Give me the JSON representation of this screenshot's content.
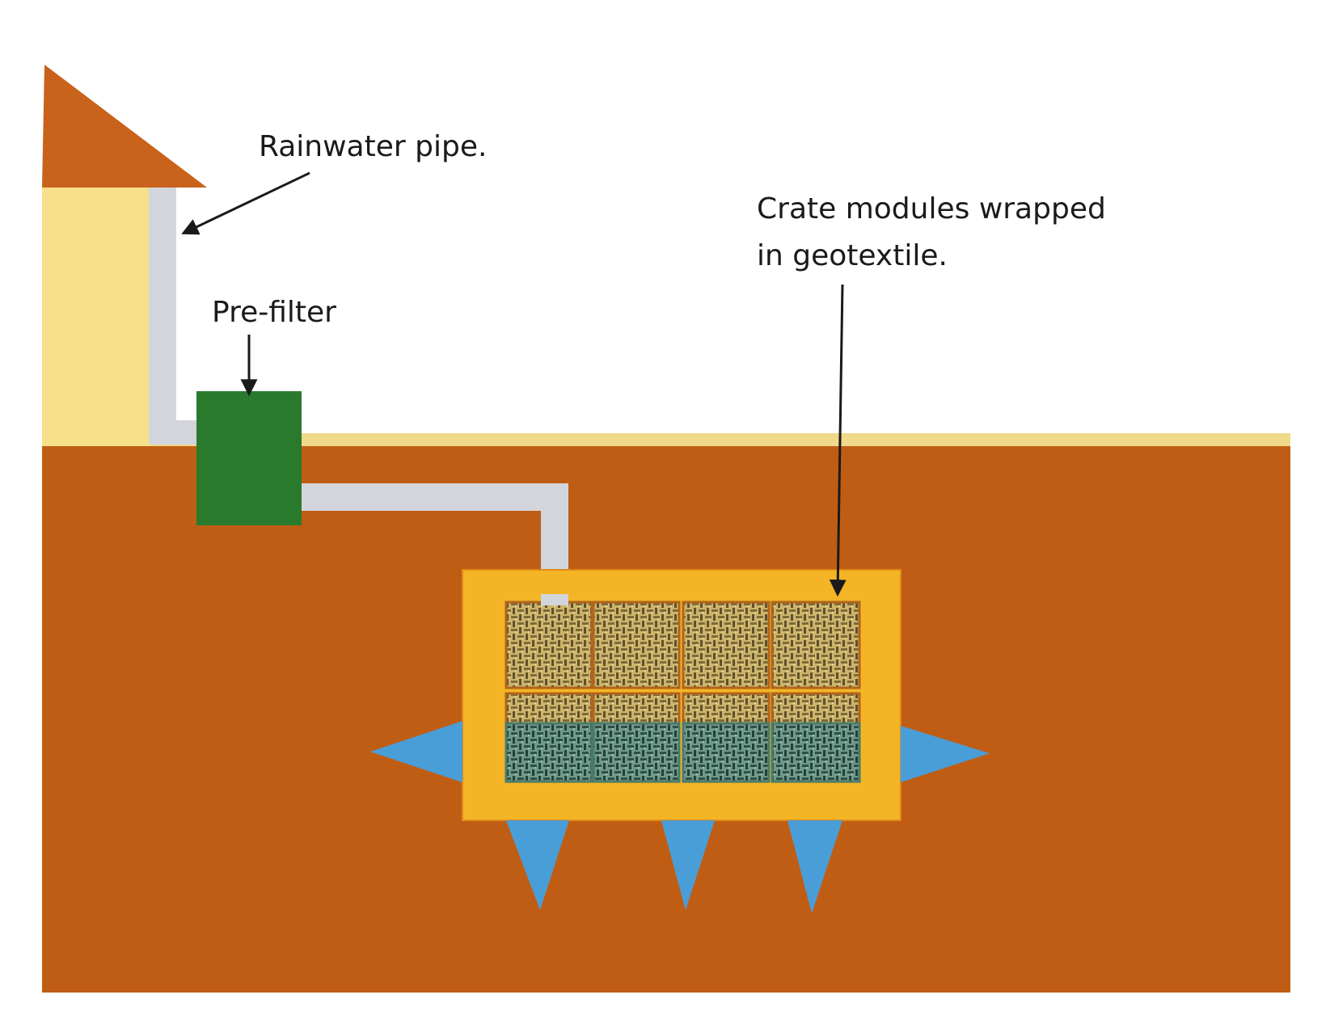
{
  "labels": {
    "rainwater_pipe": "Rainwater pipe.",
    "pre_filter": "Pre-filter",
    "crate_line1": "Crate modules wrapped",
    "crate_line2": "in geotextile."
  },
  "colors": {
    "soil": "#c05d14",
    "roof": "#c9621a",
    "house_wall": "#f6e08a",
    "ground_strip": "#efd98b",
    "pipe": "#d3d5dc",
    "pre_filter": "#2a7a2e",
    "pit_fill": "#f3b526",
    "crate_dry": "#c9b062",
    "crate_wet": "#5f8c7c",
    "crate_border": "#b0641c",
    "infiltration_arrow": "#4a9ed8",
    "pointer": "#1a1a1a"
  },
  "icons": {
    "crate_texture": "woven-mesh-pattern",
    "infiltration": "triangle-arrow"
  }
}
